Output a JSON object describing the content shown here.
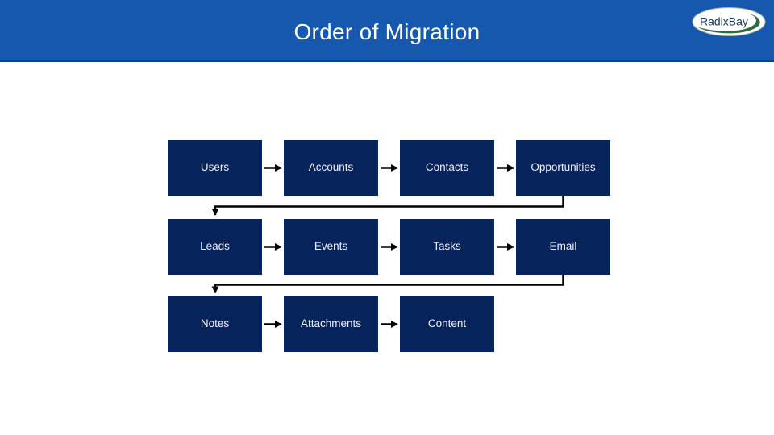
{
  "slide": {
    "title": "Order of Migration",
    "logo_text": "RadixBay"
  },
  "colors": {
    "header_bar": "#1558AE",
    "header_bottom_edge": "#123D7A",
    "box_fill": "#07235C",
    "box_text": "#F2F2F2",
    "connector_arrow": "#000000",
    "logo_swoosh_green": "#2F6B3C",
    "logo_text_navy": "#16365E",
    "background": "#FFFFFF"
  },
  "diagram": {
    "rows": [
      {
        "boxes": [
          "Users",
          "Accounts",
          "Contacts",
          "Opportunities"
        ]
      },
      {
        "boxes": [
          "Leads",
          "Events",
          "Tasks",
          "Email"
        ]
      },
      {
        "boxes": [
          "Notes",
          "Attachments",
          "Content"
        ]
      }
    ],
    "migration_order": [
      "Users",
      "Accounts",
      "Contacts",
      "Opportunities",
      "Leads",
      "Events",
      "Tasks",
      "Email",
      "Notes",
      "Attachments",
      "Content"
    ]
  }
}
